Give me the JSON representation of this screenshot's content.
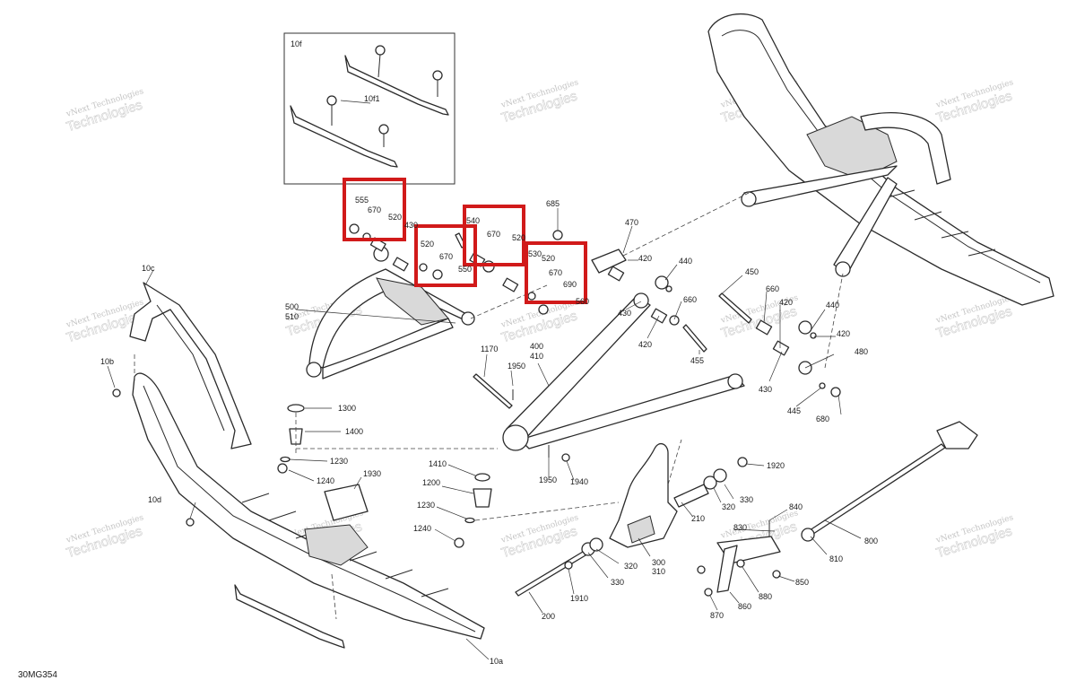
{
  "figure_code": "30MG354",
  "inset": {
    "label": "10f",
    "sub_label": "10f1"
  },
  "watermark": {
    "line1": "vNext Technologies",
    "line2": "Technologies"
  },
  "colors": {
    "highlight": "#d11a1a",
    "line": "#2b2b2b",
    "watermark": "#c4c4c4"
  },
  "callouts": [
    {
      "id": "555",
      "text": "555"
    },
    {
      "id": "670a",
      "text": "670"
    },
    {
      "id": "520a",
      "text": "520"
    },
    {
      "id": "430a",
      "text": "430"
    },
    {
      "id": "520b",
      "text": "520"
    },
    {
      "id": "670b",
      "text": "670"
    },
    {
      "id": "550",
      "text": "550"
    },
    {
      "id": "540",
      "text": "540"
    },
    {
      "id": "670c",
      "text": "670"
    },
    {
      "id": "520c",
      "text": "520"
    },
    {
      "id": "530",
      "text": "530"
    },
    {
      "id": "520d",
      "text": "520"
    },
    {
      "id": "670d",
      "text": "670"
    },
    {
      "id": "690",
      "text": "690"
    },
    {
      "id": "560",
      "text": "560"
    },
    {
      "id": "685",
      "text": "685"
    },
    {
      "id": "470",
      "text": "470"
    },
    {
      "id": "420a",
      "text": "420"
    },
    {
      "id": "440a",
      "text": "440"
    },
    {
      "id": "450",
      "text": "450"
    },
    {
      "id": "660a",
      "text": "660"
    },
    {
      "id": "660b",
      "text": "660"
    },
    {
      "id": "420b",
      "text": "420"
    },
    {
      "id": "440b",
      "text": "440"
    },
    {
      "id": "420c",
      "text": "420"
    },
    {
      "id": "420d",
      "text": "420"
    },
    {
      "id": "455",
      "text": "455"
    },
    {
      "id": "480",
      "text": "480"
    },
    {
      "id": "430b",
      "text": "430"
    },
    {
      "id": "430c",
      "text": "430"
    },
    {
      "id": "445",
      "text": "445"
    },
    {
      "id": "680",
      "text": "680"
    },
    {
      "id": "10c",
      "text": "10c"
    },
    {
      "id": "500",
      "text": "500"
    },
    {
      "id": "510",
      "text": "510"
    },
    {
      "id": "10b",
      "text": "10b"
    },
    {
      "id": "1300",
      "text": "1300"
    },
    {
      "id": "1400",
      "text": "1400"
    },
    {
      "id": "1230a",
      "text": "1230"
    },
    {
      "id": "1240a",
      "text": "1240"
    },
    {
      "id": "1930",
      "text": "1930"
    },
    {
      "id": "1170",
      "text": "1170"
    },
    {
      "id": "1950a",
      "text": "1950"
    },
    {
      "id": "400",
      "text": "400"
    },
    {
      "id": "410",
      "text": "410"
    },
    {
      "id": "1410",
      "text": "1410"
    },
    {
      "id": "1200",
      "text": "1200"
    },
    {
      "id": "1230b",
      "text": "1230"
    },
    {
      "id": "1240b",
      "text": "1240"
    },
    {
      "id": "1950b",
      "text": "1950"
    },
    {
      "id": "1940",
      "text": "1940"
    },
    {
      "id": "1920",
      "text": "1920"
    },
    {
      "id": "320a",
      "text": "320"
    },
    {
      "id": "330a",
      "text": "330"
    },
    {
      "id": "210",
      "text": "210"
    },
    {
      "id": "840",
      "text": "840"
    },
    {
      "id": "830",
      "text": "830"
    },
    {
      "id": "800",
      "text": "800"
    },
    {
      "id": "810",
      "text": "810"
    },
    {
      "id": "850",
      "text": "850"
    },
    {
      "id": "880",
      "text": "880"
    },
    {
      "id": "860",
      "text": "860"
    },
    {
      "id": "870",
      "text": "870"
    },
    {
      "id": "300",
      "text": "300"
    },
    {
      "id": "310",
      "text": "310"
    },
    {
      "id": "320b",
      "text": "320"
    },
    {
      "id": "330b",
      "text": "330"
    },
    {
      "id": "1910",
      "text": "1910"
    },
    {
      "id": "200",
      "text": "200"
    },
    {
      "id": "10d",
      "text": "10d"
    },
    {
      "id": "10a",
      "text": "10a"
    }
  ]
}
